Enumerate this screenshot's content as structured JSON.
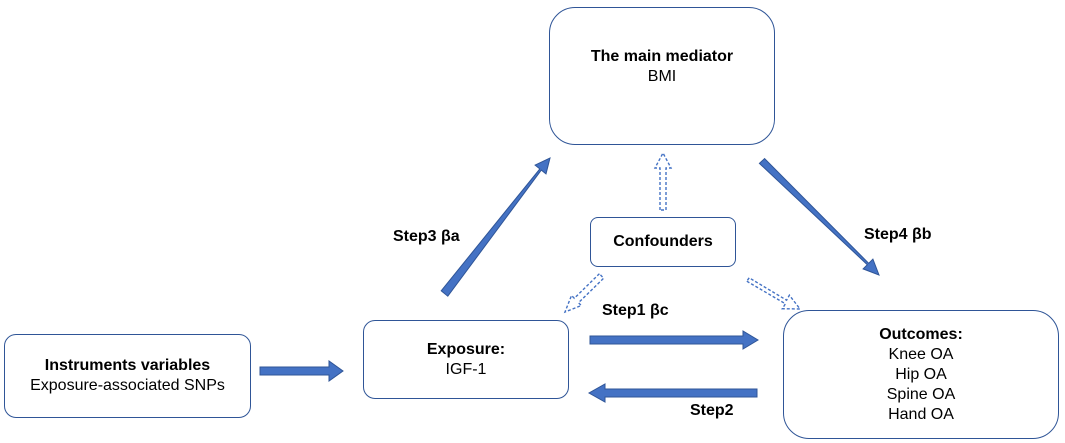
{
  "colors": {
    "border": "#2f5597",
    "arrow": "#4472c4",
    "arrow_edge": "#2f5597"
  },
  "mediator": {
    "title": "The main mediator",
    "value": "BMI"
  },
  "confounders": {
    "label": "Confounders"
  },
  "instruments": {
    "title": "Instruments variables",
    "value": "Exposure-associated SNPs"
  },
  "exposure": {
    "title": "Exposure:",
    "value": "IGF-1"
  },
  "outcomes": {
    "title": "Outcomes:",
    "items": [
      "Knee OA",
      "Hip OA",
      "Spine OA",
      "Hand OA"
    ]
  },
  "steps": {
    "step1": "Step1 βc",
    "step2": "Step2",
    "step3": "Step3 βa",
    "step4": "Step4 βb"
  }
}
